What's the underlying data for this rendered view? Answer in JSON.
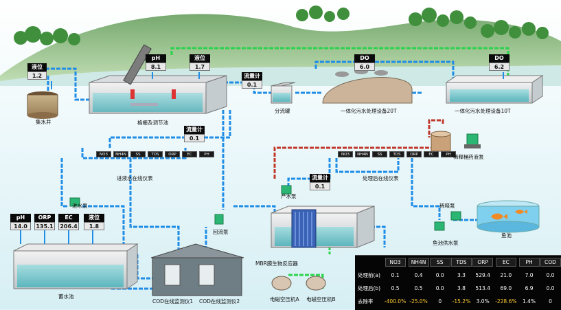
{
  "tags": {
    "well_level": {
      "label": "液位",
      "value": "1.2"
    },
    "reg_ph": {
      "label": "pH",
      "value": "8.1"
    },
    "reg_level": {
      "label": "液位",
      "value": "1.7"
    },
    "flow1": {
      "label": "流量计",
      "value": "0.1"
    },
    "do20": {
      "label": "DO",
      "value": "6.0"
    },
    "do10": {
      "label": "DO",
      "value": "6.2"
    },
    "flow2": {
      "label": "流量计",
      "value": "0.1"
    },
    "flow3": {
      "label": "流量计",
      "value": "0.1"
    },
    "pool_ph": {
      "label": "pH",
      "value": "14.0"
    },
    "pool_orp": {
      "label": "ORP",
      "value": "135.1"
    },
    "pool_ec": {
      "label": "EC",
      "value": "206.4"
    },
    "pool_level": {
      "label": "液位",
      "value": "1.8"
    }
  },
  "labels": {
    "well": "集水井",
    "grille": "格栅及调节池",
    "splitter": "分流罐",
    "plant20": "一体化污水处理设备20T",
    "plant10": "一体化污水处理设备10T",
    "dilution_tank": "稀释桶",
    "dosing_pump": "药液泵",
    "inlet_monitor": "进液水在线仪表",
    "outlet_monitor": "处理后在线仪表",
    "inlet_pump": "进水泵",
    "out_pump": "产水泵",
    "return_pump": "回流泵",
    "dilution_pump": "稀释泵",
    "fish_pump": "鱼池供水泵",
    "fish_pond": "鱼池",
    "storage": "蓄水池",
    "cod1": "COD在线监测仪1",
    "cod2": "COD在线监测仪2",
    "mbr": "MBR膜生物反应器",
    "blower_a": "电磁空压机A",
    "blower_b": "电磁空压机B"
  },
  "sensor_heads_inlet": [
    "NO3",
    "NH4N",
    "SS",
    "TDS",
    "ORP",
    "EC",
    "PH"
  ],
  "sensor_heads_outlet": [
    "NO3",
    "NH4N",
    "SS",
    "TDS",
    "ORP",
    "EC",
    "PH"
  ],
  "results": {
    "headers": [
      "",
      "NO3",
      "NH4N",
      "SS",
      "TDS",
      "ORP",
      "EC",
      "PH",
      "COD"
    ],
    "rows": [
      {
        "label": "处理前(a)",
        "cells": [
          "0.1",
          "0.4",
          "0.0",
          "3.3",
          "529.4",
          "21.0",
          "7.0",
          "0.0"
        ]
      },
      {
        "label": "处理后(b)",
        "cells": [
          "0.5",
          "0.5",
          "0.0",
          "3.8",
          "513.4",
          "69.0",
          "6.9",
          "0.0"
        ]
      },
      {
        "label": "去除率",
        "cells": [
          "-400.0%",
          "-25.0%",
          "0",
          "-15.2%",
          "3.0%",
          "-228.6%",
          "1.4%",
          "0"
        ]
      }
    ]
  },
  "colors": {
    "pipe_blue": "#1f8de6",
    "pipe_green": "#2bd34b",
    "pipe_red": "#c0392b"
  }
}
